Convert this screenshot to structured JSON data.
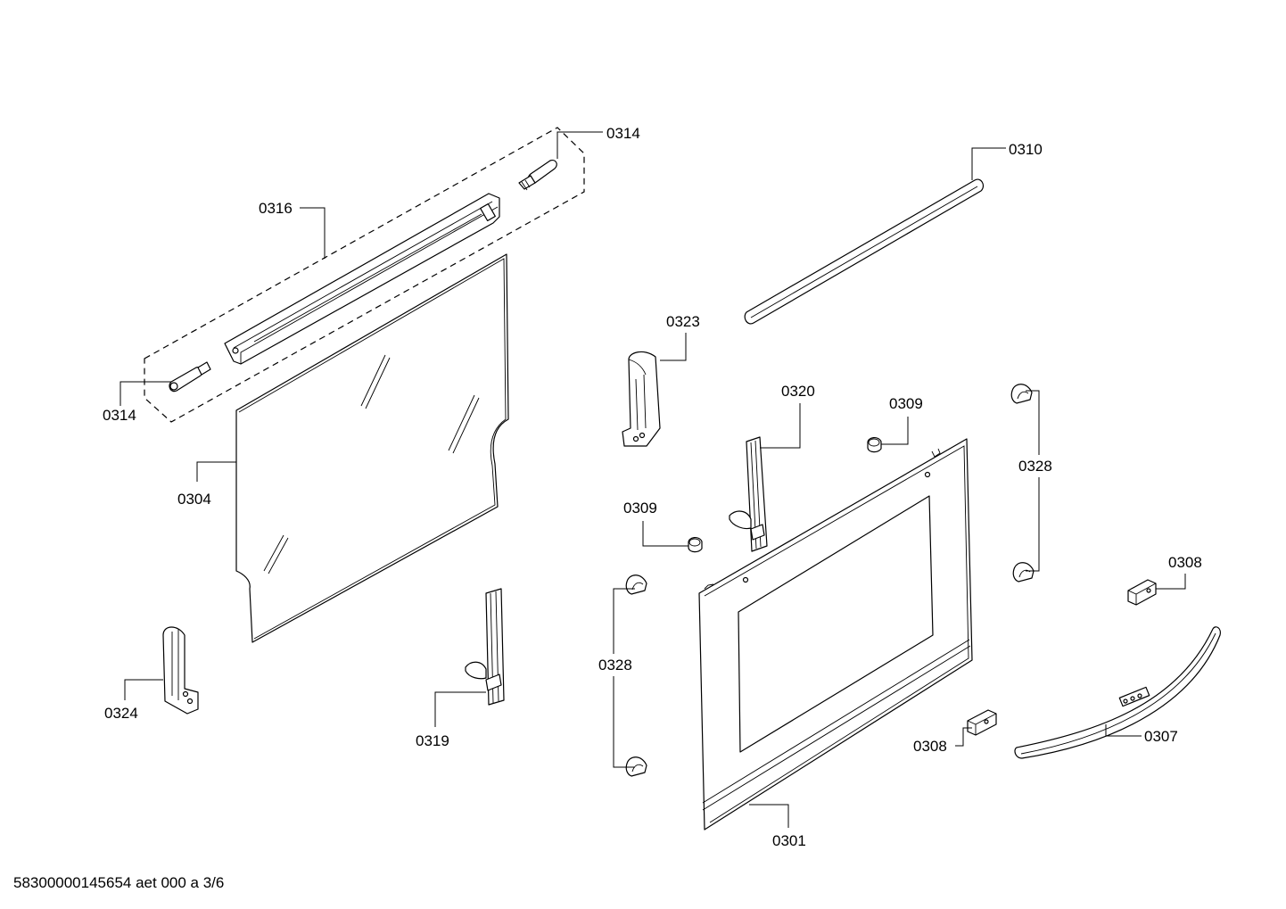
{
  "labels": {
    "l0314a": "0314",
    "l0314b": "0314",
    "l0316": "0316",
    "l0304": "0304",
    "l0324": "0324",
    "l0319": "0319",
    "l0323": "0323",
    "l0320": "0320",
    "l0309a": "0309",
    "l0309b": "0309",
    "l0310": "0310",
    "l0328a": "0328",
    "l0328b": "0328",
    "l0308a": "0308",
    "l0308b": "0308",
    "l0307": "0307",
    "l0301": "0301"
  },
  "footer": {
    "doc_id": "58300000145654 aet 000 a 3/6"
  }
}
